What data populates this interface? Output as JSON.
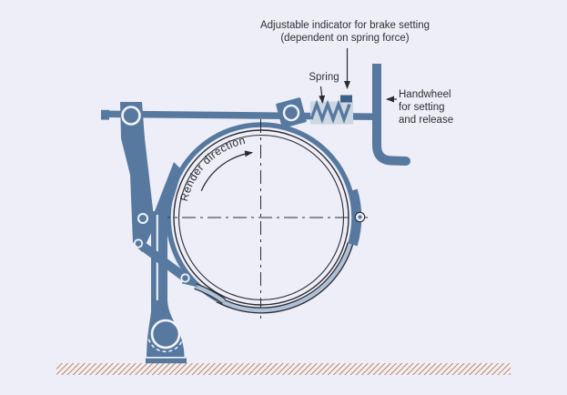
{
  "colors": {
    "bg": "#edeef7",
    "steel": "#57799f",
    "band-light": "#aec1d6",
    "dark": "#2b2b33",
    "text": "#2f2f36",
    "springbox": "#cbd7e2",
    "tab": "#3d608a",
    "detail": "#f2f4fa",
    "hatch-line": "#a5736a",
    "hatch-bg": "#f5efed"
  },
  "diagram": {
    "type": "band-brake mechanism illustration",
    "labels": {
      "indicator": {
        "line1": "Adjustable indicator for brake setting",
        "line2": "(dependent on spring force)"
      },
      "spring": "Spring",
      "handwheel": {
        "line1": "Handwheel",
        "line2": "for setting",
        "line3": "and release"
      },
      "render_direction": "Render direction"
    }
  }
}
